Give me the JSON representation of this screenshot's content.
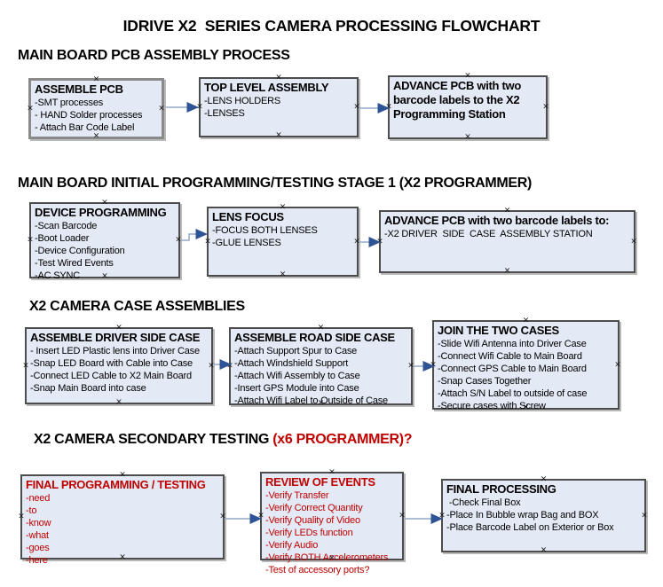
{
  "title": "IDRIVE X2  SERIES CAMERA PROCESSING FLOWCHART",
  "colors": {
    "box_fill": "#e3eaf5",
    "box_border": "#4d4d4d",
    "arrow_line": "#93a9c8",
    "arrow_head": "#2f5496",
    "red_text": "#c00000"
  },
  "sections": [
    {
      "heading": "MAIN BOARD PCB ASSEMBLY PROCESS",
      "boxes": [
        {
          "title": "ASSEMBLE PCB",
          "items": [
            "-SMT processes",
            "- HAND Solder processes",
            "- Attach Bar Code Label"
          ]
        },
        {
          "title": "TOP LEVEL ASSEMBLY",
          "items": [
            "-LENS HOLDERS",
            "-LENSES"
          ]
        },
        {
          "title": "ADVANCE PCB with two barcode labels to the  X2 Programming Station",
          "items": []
        }
      ]
    },
    {
      "heading": "MAIN BOARD INITIAL PROGRAMMING/TESTING STAGE 1 (X2 PROGRAMMER)",
      "boxes": [
        {
          "title": "DEVICE PROGRAMMING",
          "items": [
            "-Scan Barcode",
            "-Boot Loader",
            "-Device Configuration",
            "-Test Wired Events",
            "-AC SYNC"
          ]
        },
        {
          "title": "LENS FOCUS",
          "items": [
            "-FOCUS BOTH LENSES",
            "-GLUE LENSES"
          ]
        },
        {
          "title": "ADVANCE PCB with two barcode labels to:",
          "items": [
            "-X2 DRIVER  SIDE  CASE  ASSEMBLY STATION"
          ]
        }
      ]
    },
    {
      "heading": "X2 CAMERA CASE ASSEMBLIES",
      "boxes": [
        {
          "title": "ASSEMBLE DRIVER SIDE CASE",
          "items": [
            "- Insert LED Plastic lens into Driver Case",
            "-Snap LED Board with Cable into Case",
            "-Connect LED Cable to X2 Main Board",
            "-Snap Main Board into case"
          ]
        },
        {
          "title": "ASSEMBLE ROAD SIDE CASE",
          "items": [
            "-Attach Support Spur to Case",
            "-Attach Windshield Support",
            "-Attach Wifi Assembly to Case",
            "-Insert GPS Module into Case",
            "-Attach Wifi Label to Outside of Case"
          ]
        },
        {
          "title": "JOIN THE TWO CASES",
          "items": [
            "-Slide Wifi Antenna into Driver Case",
            "-Connect Wifi Cable to Main Board",
            "-Connect GPS Cable to Main Board",
            "-Snap Cases Together",
            "-Attach S/N Label to outside of case",
            "-Secure cases with Screw"
          ]
        }
      ]
    },
    {
      "heading": "X2 CAMERA SECONDARY TESTING",
      "heading_suffix": " (x6 PROGRAMMER)?",
      "boxes": [
        {
          "title": "FINAL PROGRAMMING / TESTING",
          "text_color": "#c00000",
          "items": [
            "-need",
            "-to",
            "-know",
            "-what",
            "-goes",
            "-here"
          ]
        },
        {
          "title": "REVIEW OF EVENTS",
          "text_color": "#c00000",
          "items": [
            "-Verify Transfer",
            "-Verify Correct Quantity",
            "-Verify Quality of Video",
            "-Verify LEDs function",
            "-Verify Audio",
            "-Verify BOTH Accelerometers",
            "-Test of accessory ports?"
          ]
        },
        {
          "title": "FINAL PROCESSING",
          "items": [
            " -Check Final Box",
            "-Place In Bubble wrap Bag and BOX",
            "-Place Barcode Label on Exterior or Box"
          ]
        }
      ]
    }
  ]
}
